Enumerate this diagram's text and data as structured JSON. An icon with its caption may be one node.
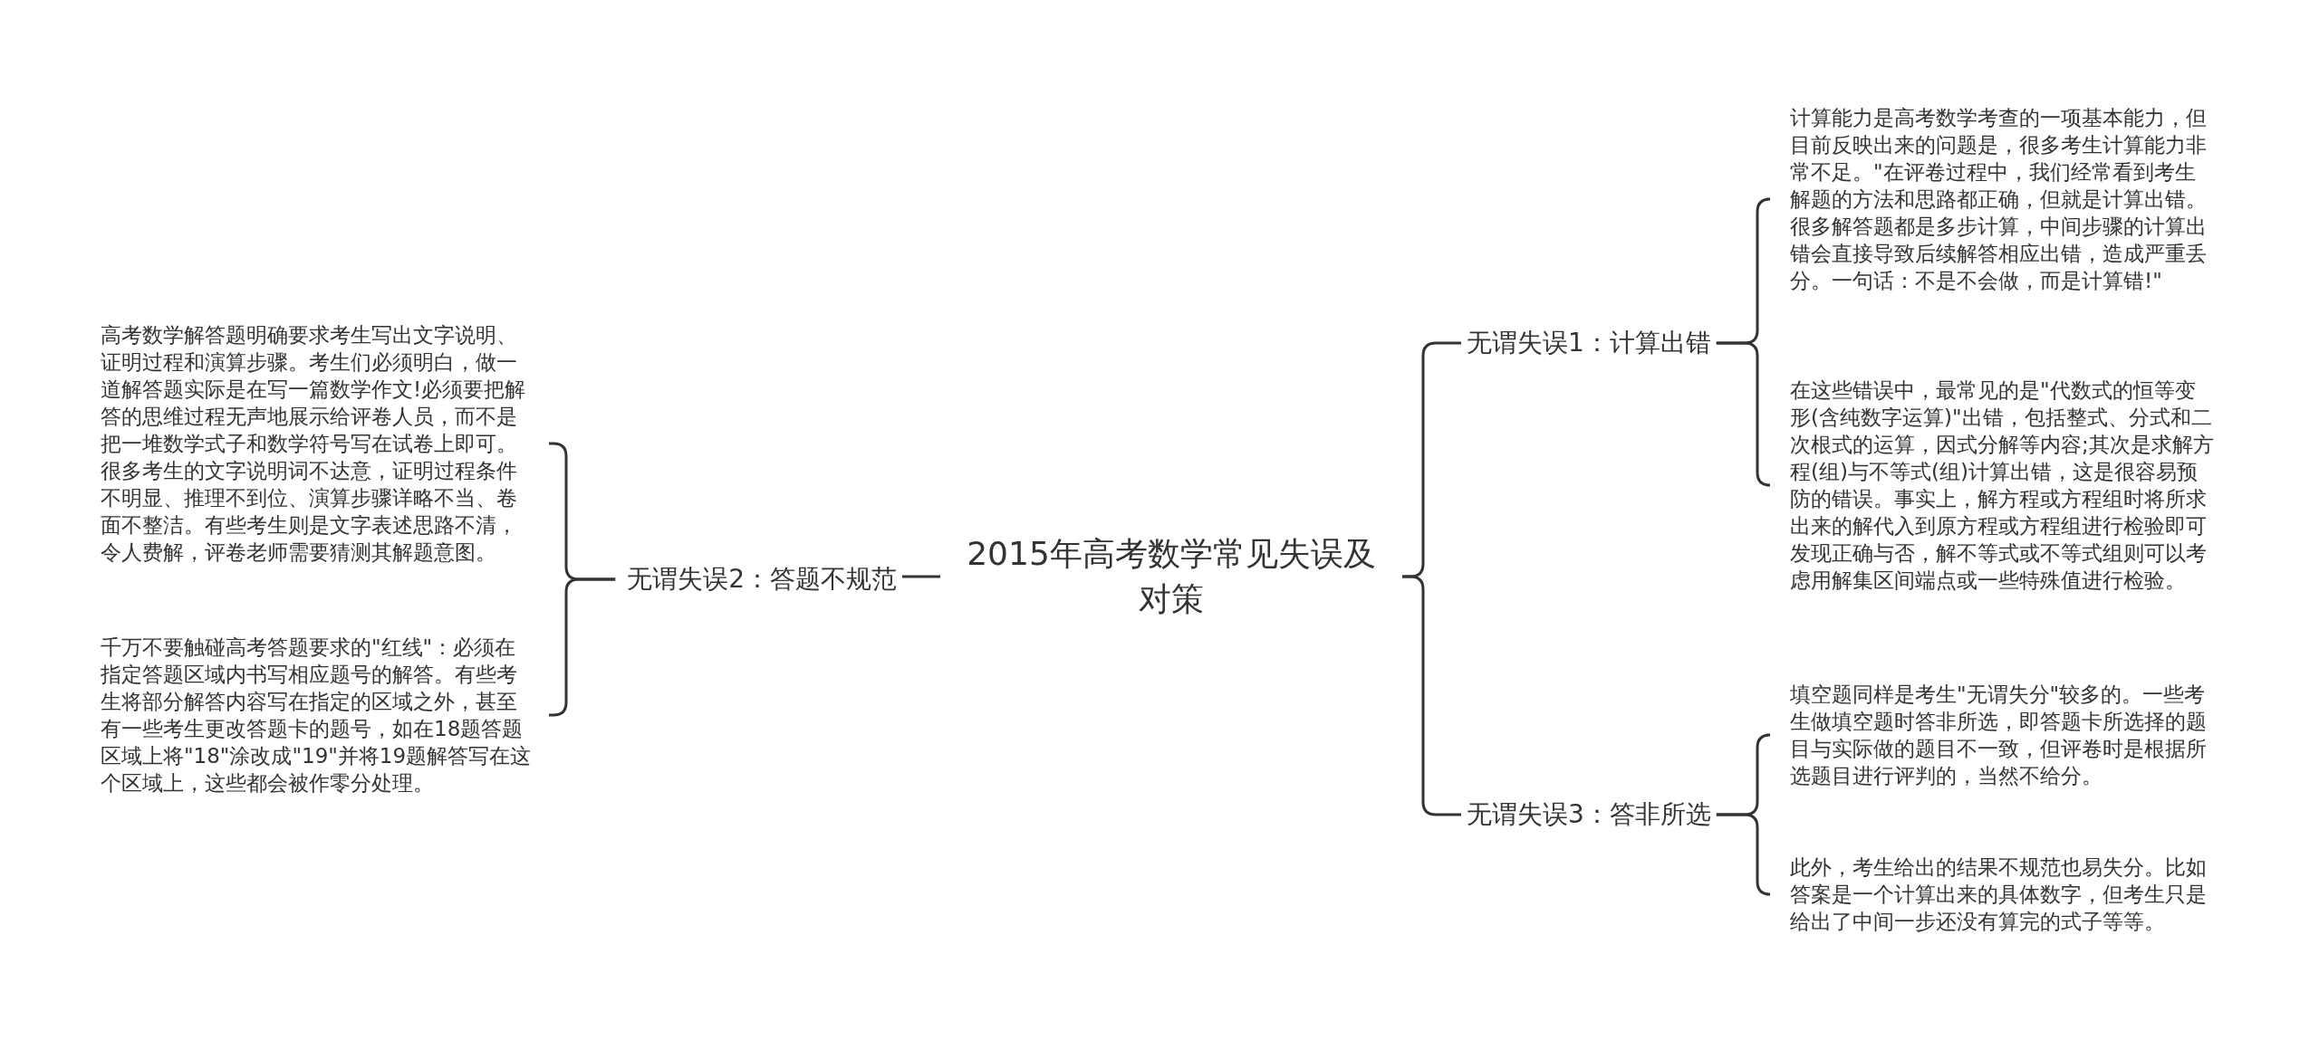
{
  "diagram": {
    "nodes": [
      {
        "text": [
          "2015年高考数学常见失误及对策"
        ]
      },
      {
        "text": [
          "无谓失误1：计算出错"
        ]
      },
      {
        "text": [
          "计算能力是高考数学考查的一项基本能力，但目前反映出来的问题是，很多考生计算能力非常不足。\"在评卷过程中，我们经常看到考生解题的方法和思路都正确，但就是计算出错。很多解答题都是多步计算，中间步骤的计算出错会直接导致后续解答相应出错，造成严重丢分。一句话：不是不会做，而是计算错!\""
        ]
      },
      {
        "text": [
          "在这些错误中，最常见的是\"代数式的恒等变形(含纯数字运算)\"出错，包括整式、分式和二次根式的运算，因式分解等内容;其次是求解方程(组)与不等式(组)计算出错，这是很容易预防的错误。事实上，解方程或方程组时将所求出来的解代入到原方程或方程组进行检验即可发现正确与否，解不等式或不等式组则可以考虑用解集区间端点或一些特殊值进行检验。"
        ]
      },
      {
        "text": [
          "无谓失误2：答题不规范"
        ]
      },
      {
        "text": [
          "高考数学解答题明确要求考生写出文字说明、证明过程和演算步骤。考生们必须明白，做一道解答题实际是在写一篇数学作文!必须要把解答的思维过程无声地展示给评卷人员，而不是把一堆数学式子和数学符号写在试卷上即可。很多考生的文字说明词不达意，证明过程条件不明显、推理不到位、演算步骤详略不当、卷面不整洁。有些考生则是文字表述思路不清，令人费解，评卷老师需要猜测其解题意图。"
        ]
      },
      {
        "text": [
          "千万不要触碰高考答题要求的\"红线\"：必须在指定答题区域内书写相应题号的解答。有些考生将部分解答内容写在指定的区域之外，甚至有一些考生更改答题卡的题号，如在18题答题区域上将\"18\"涂改成\"19\"并将19题解答写在这个区域上，这些都会被作零分处理。"
        ]
      },
      {
        "text": [
          "无谓失误3：答非所选"
        ]
      },
      {
        "text": [
          "填空题同样是考生\"无谓失分\"较多的。一些考生做填空题时答非所选，即答题卡所选择的题目与实际做的题目不一致，但评卷时是根据所选题目进行评判的，当然不给分。"
        ]
      },
      {
        "text": [
          "此外，考生给出的结果不规范也易失分。比如答案是一个计算出来的具体数字，但考生只是给出了中间一步还没有算完的式子等等。"
        ]
      }
    ],
    "edges": [
      {
        "from": 0,
        "to": 1,
        "arrow": "none"
      },
      {
        "from": 1,
        "to": 2,
        "arrow": "none"
      },
      {
        "from": 1,
        "to": 3,
        "arrow": "none"
      },
      {
        "from": 0,
        "to": 4,
        "arrow": "none"
      },
      {
        "from": 4,
        "to": 5,
        "arrow": "none"
      },
      {
        "from": 4,
        "to": 6,
        "arrow": "none"
      },
      {
        "from": 0,
        "to": 7,
        "arrow": "none"
      },
      {
        "from": 7,
        "to": 8,
        "arrow": "none"
      },
      {
        "from": 7,
        "to": 9,
        "arrow": "none"
      }
    ]
  }
}
